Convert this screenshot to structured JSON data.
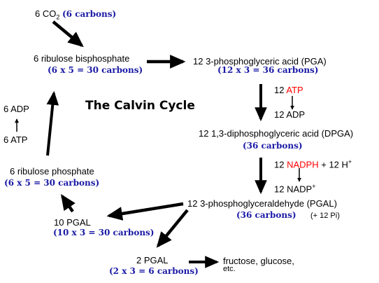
{
  "title": "The Calvin Cycle",
  "co2": {
    "label": "6 CO",
    "sub": "2",
    "carbons": "(6 carbons)"
  },
  "rubp": {
    "label": "6 ribulose bisphosphate",
    "carbons": "(6 x 5 = 30 carbons)"
  },
  "pga": {
    "label": "12 3-phosphoglyceric acid (PGA)",
    "carbons": "(12 x 3 = 36 carbons)"
  },
  "atp_step": {
    "in_num": "12",
    "in_mol": "ATP",
    "out": "12 ADP"
  },
  "dpga": {
    "label": "12 1,3-diphosphoglyceric acid (DPGA)",
    "carbons": "(36 carbons)"
  },
  "nadph_step": {
    "in_num": "12",
    "in_mol": "NADPH",
    "in_rest": "+ 12 H",
    "in_sup": "+",
    "out": "12 NADP",
    "out_sup": "+"
  },
  "pgal": {
    "label": "12 3-phosphoglyceraldehyde (PGAL)",
    "carbons": "(36 carbons)",
    "extra": "(+ 12 Pi)"
  },
  "pgal10": {
    "label": "10 PGAL",
    "carbons": "(10 x 3 = 30 carbons)"
  },
  "pgal2": {
    "label": "2 PGAL",
    "carbons": "(2 x 3 = 6 carbons)"
  },
  "products": {
    "line1": "fructose, glucose,",
    "line2": "etc."
  },
  "rup": {
    "label": "6 ribulose phosphate",
    "carbons": "(6 x 5 = 30 carbons)"
  },
  "left_step": {
    "out": "6 ADP",
    "in": "6 ATP"
  },
  "colors": {
    "carbon_text": "#1a1aa6",
    "highlight": "#ff0000",
    "arrow": "#000000"
  }
}
